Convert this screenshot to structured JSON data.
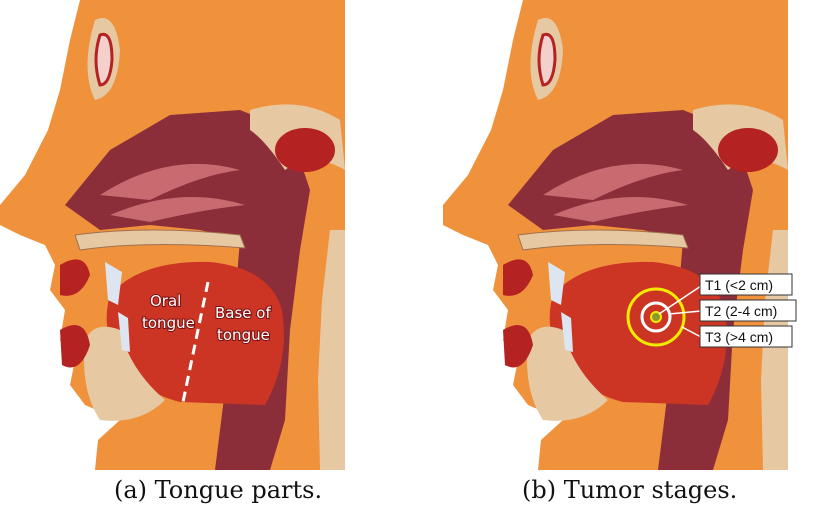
{
  "panel_a": {
    "labels": {
      "oral_1": "Oral",
      "oral_2": "tongue",
      "base_1": "Base of",
      "base_2": "tongue"
    },
    "caption": "(a)  Tongue parts."
  },
  "panel_b": {
    "stages": [
      {
        "label": "T1 (<2 cm)"
      },
      {
        "label": "T2 (2-4 cm)"
      },
      {
        "label": "T3 (>4 cm)"
      }
    ],
    "caption": "(b)  Tumor stages."
  },
  "colors": {
    "skin": "#f0913c",
    "bone": "#e6c9a2",
    "cavity": "#a8404a",
    "tongue": "#cc3524",
    "dark": "#6b1620",
    "cartilage": "#f3d0cc",
    "tumor_outer": "#f2ea00",
    "tumor_mid": "#ffffff",
    "tumor_core": "#8c9a2a"
  }
}
